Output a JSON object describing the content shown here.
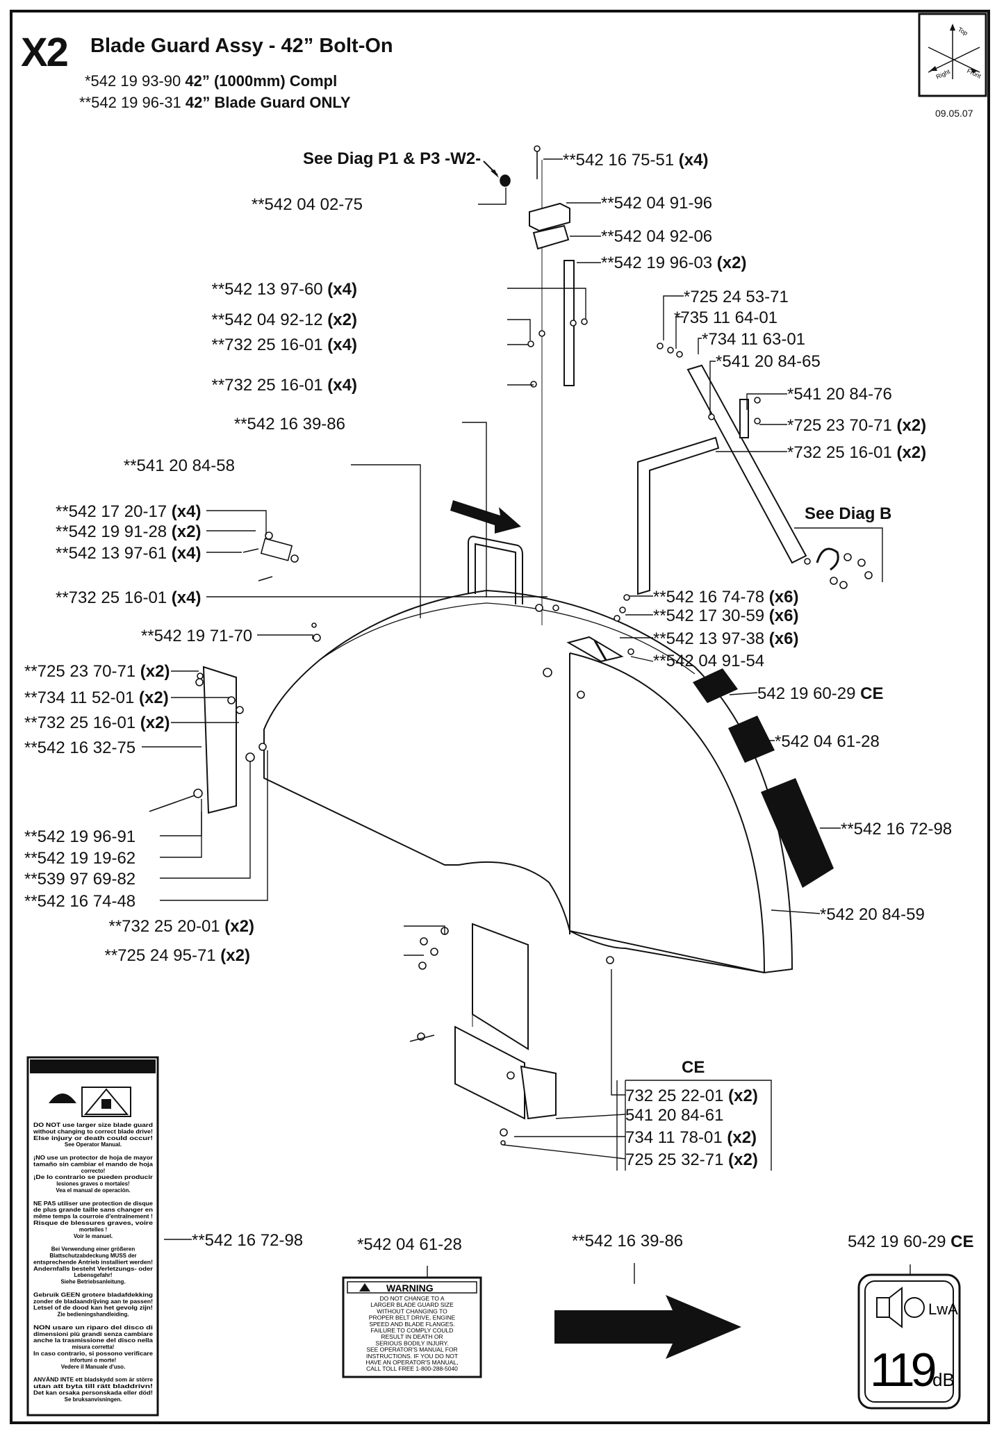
{
  "header": {
    "section": "X2",
    "title": "Blade Guard Assy - 42” Bolt-On",
    "line1_prefix": "*542 19 93-90",
    "line1_desc": "42” (1000mm) Compl",
    "line2_prefix": "**542 19 96-31",
    "line2_desc": "42” Blade Guard ONLY",
    "date": "09.05.07"
  },
  "orientation": {
    "top": "Top",
    "right": "Right",
    "front": "Front"
  },
  "references": {
    "diag_p1_p3": "See Diag P1 & P3 -W2-",
    "diag_b": "See Diag B",
    "ce": "CE"
  },
  "callouts": [
    {
      "pn": "**542 16 75-51",
      "qty": "(x4)"
    },
    {
      "pn": "**542 04 02-75",
      "qty": ""
    },
    {
      "pn": "**542 04 91-96",
      "qty": ""
    },
    {
      "pn": "**542 04 92-06",
      "qty": ""
    },
    {
      "pn": "**542 19 96-03",
      "qty": "(x2)"
    },
    {
      "pn": "**542 13 97-60",
      "qty": "(x4)"
    },
    {
      "pn": "**542 04 92-12",
      "qty": "(x2)"
    },
    {
      "pn": "**732 25 16-01",
      "qty": "(x4)"
    },
    {
      "pn": "**732 25 16-01",
      "qty": "(x4)"
    },
    {
      "pn": "**542 16 39-86",
      "qty": ""
    },
    {
      "pn": "**541 20 84-58",
      "qty": ""
    },
    {
      "pn": "**542 17 20-17",
      "qty": "(x4)"
    },
    {
      "pn": "**542 19 91-28",
      "qty": "(x2)"
    },
    {
      "pn": "**542 13 97-61",
      "qty": "(x4)"
    },
    {
      "pn": "**732 25 16-01",
      "qty": "(x4)"
    },
    {
      "pn": "**542 19 71-70",
      "qty": ""
    },
    {
      "pn": "**725 23 70-71",
      "qty": "(x2)"
    },
    {
      "pn": "**734 11 52-01",
      "qty": "(x2)"
    },
    {
      "pn": "**732 25 16-01",
      "qty": "(x2)"
    },
    {
      "pn": "**542 16 32-75",
      "qty": ""
    },
    {
      "pn": "**542 19 96-91",
      "qty": ""
    },
    {
      "pn": "**542 19 19-62",
      "qty": ""
    },
    {
      "pn": "**539 97 69-82",
      "qty": ""
    },
    {
      "pn": "**542 16 74-48",
      "qty": ""
    },
    {
      "pn": "**732 25 20-01",
      "qty": "(x2)"
    },
    {
      "pn": "**725 24 95-71",
      "qty": "(x2)"
    },
    {
      "pn": "*725 24 53-71",
      "qty": ""
    },
    {
      "pn": "*735 11 64-01",
      "qty": ""
    },
    {
      "pn": "*734 11 63-01",
      "qty": ""
    },
    {
      "pn": "*541 20 84-65",
      "qty": ""
    },
    {
      "pn": "*541 20 84-76",
      "qty": ""
    },
    {
      "pn": "*725 23 70-71",
      "qty": "(x2)"
    },
    {
      "pn": "*732 25 16-01",
      "qty": "(x2)"
    },
    {
      "pn": "**542 16 74-78",
      "qty": "(x6)"
    },
    {
      "pn": "**542 17 30-59",
      "qty": "(x6)"
    },
    {
      "pn": "**542 13 97-38",
      "qty": "(x6)"
    },
    {
      "pn": "**542 04 91-54",
      "qty": ""
    },
    {
      "pn": "542 19 60-29",
      "qty": "CE"
    },
    {
      "pn": "*542 04 61-28",
      "qty": ""
    },
    {
      "pn": "**542 16 72-98",
      "qty": ""
    },
    {
      "pn": "*542 20 84-59",
      "qty": ""
    },
    {
      "pn": "732 25 22-01",
      "qty": "(x2)"
    },
    {
      "pn": "541 20 84-61",
      "qty": ""
    },
    {
      "pn": "734 11 78-01",
      "qty": "(x2)"
    },
    {
      "pn": "725 25 32-71",
      "qty": "(x2)"
    }
  ],
  "decals": {
    "tall_label_pn": "**542 16 72-98",
    "warning_pn": "*542 04 61-28",
    "arrow_pn": "**542 16 39-86",
    "noise_pn": "542 19 60-29",
    "noise_pn_suffix": "CE",
    "warning_title": "WARNING",
    "warning_lines": [
      "DO NOT CHANGE TO A",
      "LARGER BLADE GUARD SIZE",
      "WITHOUT CHANGING TO",
      "PROPER BELT DRIVE, ENGINE",
      "SPEED AND BLADE FLANGES.",
      "FAILURE TO COMPLY COULD",
      "RESULT IN DEATH OR",
      "SERIOUS BODILY INJURY.",
      "SEE OPERATOR'S MANUAL FOR",
      "INSTRUCTIONS. IF YOU DO NOT",
      "HAVE AN OPERATOR'S MANUAL,",
      "CALL TOLL FREE 1-800-288-5040"
    ],
    "tall_label_lines": [
      "DO NOT use larger size blade guard",
      "without changing to correct blade drive!",
      "Else injury or death could occur!",
      "See Operator Manual.",
      "",
      "¡NO use un protector de hoja de mayor",
      "tamaño sin cambiar el mando de hoja",
      "correcto!",
      "¡De lo contrario se pueden producir",
      "lesiones graves o mortales!",
      "Vea el manual de operación.",
      "",
      "NE PAS utiliser une protection de disque",
      "de plus grande taille sans changer en",
      "même temps la courroie d'entraînement !",
      "Risque de blessures graves, voire",
      "mortelles !",
      "Voir le manuel.",
      "",
      "Bei Verwendung einer größeren",
      "Blattschutzabdeckung MUSS der",
      "entsprechende Antrieb installiert werden!",
      "Andernfalls besteht Verletzungs- oder",
      "Lebensgefahr!",
      "Siehe Betriebsanleitung.",
      "",
      "Gebruik GEEN grotere bladafdekking",
      "zonder de bladaandrijving aan te passen!",
      "Letsel of de dood kan het gevolg zijn!",
      "Zie bedieningshandleiding.",
      "",
      "NON usare un riparo del disco di",
      "dimensioni più grandi senza cambiare",
      "anche la trasmissione del disco nella",
      "misura corretta!",
      "In caso contrario, si possono verificare",
      "infortuni o morte!",
      "Vedere il Manuale d'uso.",
      "",
      "ANVÄND INTE ett bladskydd som är större",
      "utan att byta till rätt bladdrivn!",
      "Det kan orsaka personskada eller död!",
      "Se bruksanvisningen."
    ],
    "noise_lwa": "LwA",
    "noise_value": "119",
    "noise_unit": "dB"
  }
}
